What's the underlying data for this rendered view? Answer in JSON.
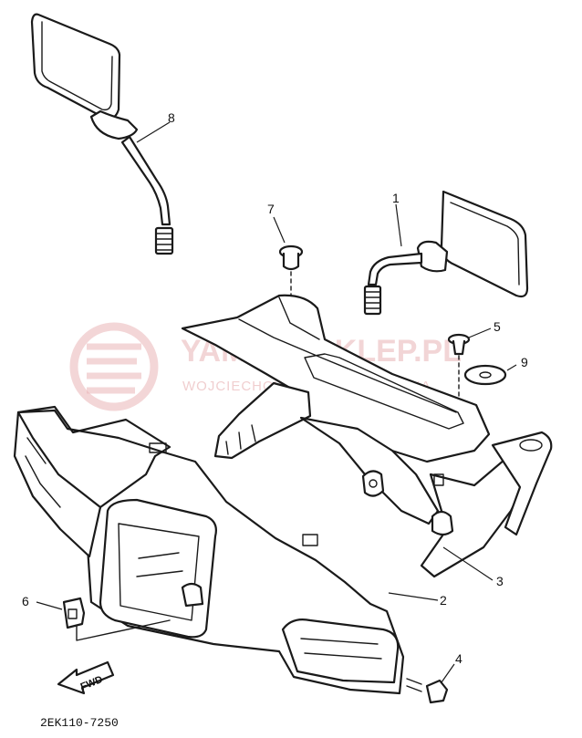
{
  "diagram": {
    "part_labels": [
      "1",
      "2",
      "3",
      "4",
      "5",
      "6",
      "7",
      "8",
      "9"
    ],
    "drawing_code": "2EK110-7250",
    "direction_marker": "FWD",
    "watermark": {
      "brand": "YAMAHASKLEP.PL",
      "subtitle": "WOJCIECHOWSKI JANUSZ MAJKA"
    },
    "colors": {
      "line": "#1a1a1a",
      "watermark": "#e9b4b6"
    }
  }
}
